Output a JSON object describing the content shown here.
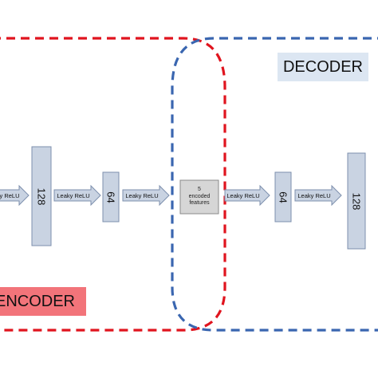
{
  "labels": {
    "decoder": "DECODER",
    "encoder": "ENCODER"
  },
  "layers": {
    "enc_128": "128",
    "enc_64": "64",
    "dec_64": "64",
    "dec_128": "128"
  },
  "arrows": {
    "left_partial": "y ReLU",
    "enc_1": "Leaky ReLU",
    "enc_2": "Leaky ReLU",
    "dec_1": "Leaky ReLU",
    "dec_2": "Leaky ReLU"
  },
  "encoded": {
    "count": "5",
    "line2": "encoded",
    "line3": "features"
  },
  "colors": {
    "encoder_dash": "#e0141e",
    "decoder_dash": "#3a66b0",
    "layer_fill": "#c9d3e2",
    "layer_stroke": "#7d8fad",
    "encoded_fill": "#d6d6d6",
    "decoder_label_bg": "#dce6f2",
    "encoder_label_bg": "#f2747a"
  }
}
